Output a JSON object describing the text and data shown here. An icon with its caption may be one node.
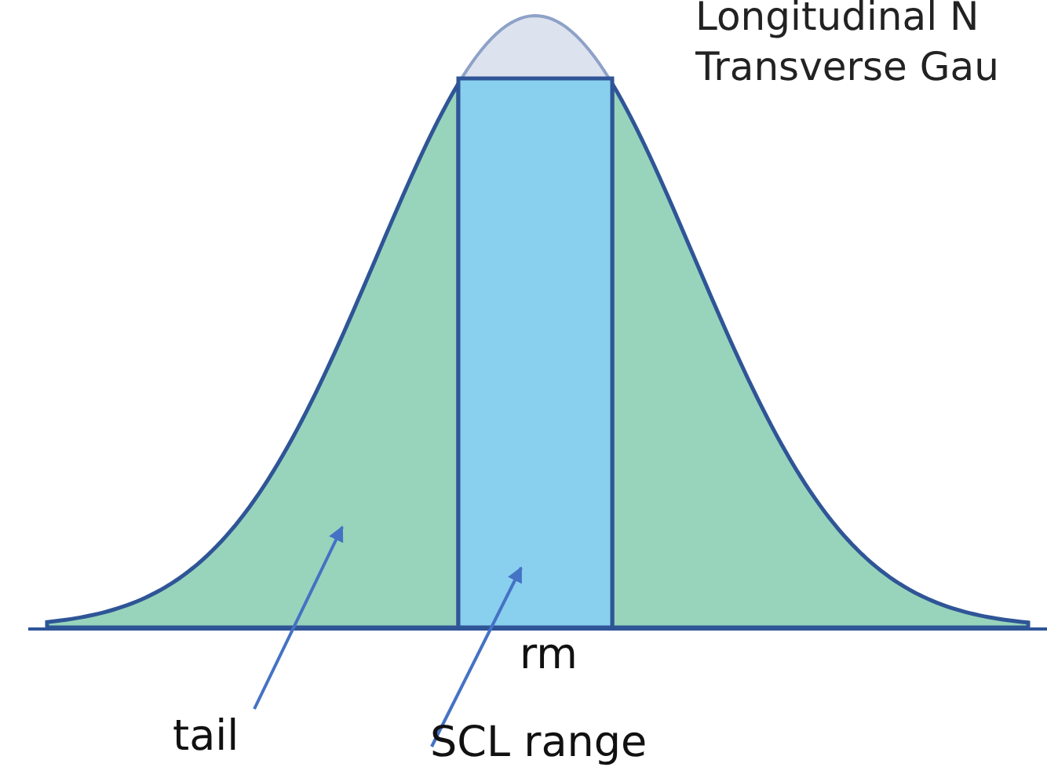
{
  "diagram": {
    "nodes": [
      {
        "text": [],
        "shape": "picture"
      },
      {
        "text": [],
        "shape": "bar"
      },
      {
        "text": [
          "tail"
        ]
      },
      {
        "text": [
          "SCL range"
        ]
      }
    ],
    "edges": [
      {
        "from": 2,
        "to": 0,
        "arrow": "to"
      },
      {
        "from": 3,
        "to": 1,
        "arrow": "to"
      }
    ],
    "labels": [
      "Longitudinal N",
      "Transverse Gau",
      "rm"
    ]
  }
}
